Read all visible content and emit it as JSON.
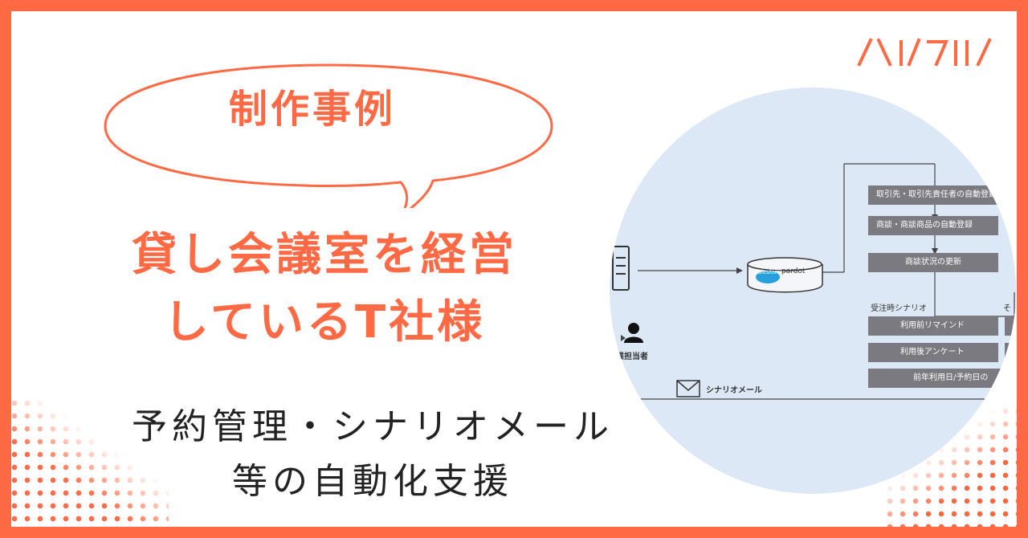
{
  "bubble": {
    "label": "制作事例"
  },
  "headline": {
    "line1": "貸し会議室を経営",
    "line2": "しているT社様"
  },
  "subtitle": {
    "line1": "予約管理・シナリオメール",
    "line2": "等の自動化支援"
  },
  "diagram": {
    "boxes": [
      "取引先・取引先責任者の自動登録",
      "商談・商談商品の自動登録",
      "商談状況の更新",
      "利用前リマインド",
      "利用後アンケート",
      "前年利用日/予約日の"
    ],
    "scenario_label": "受注時シナリオ",
    "scenario_label_right": "そ",
    "person_label": "業担当者",
    "mail_label": "シナリオメール",
    "db_brand": "salesforce",
    "db_product": "pardot"
  },
  "colors": {
    "accent": "#ff6a45",
    "circle_bg": "#dde8f6",
    "box": "#7a7a80"
  }
}
